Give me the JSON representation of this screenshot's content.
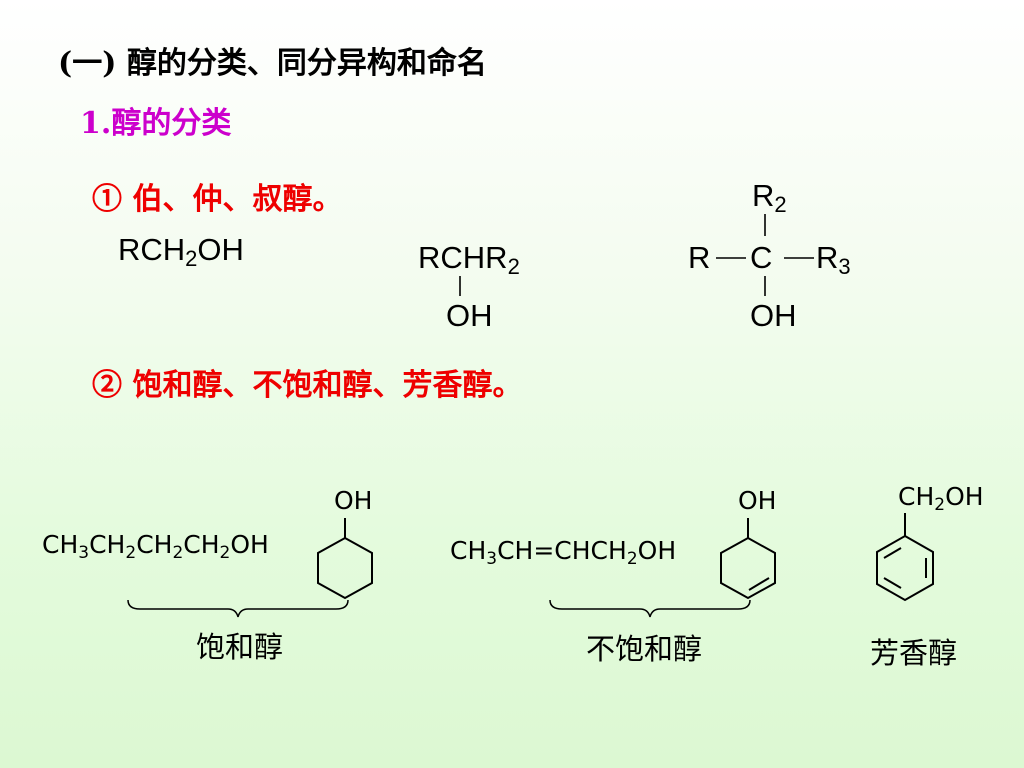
{
  "title": "(一) 醇的分类、同分异构和命名",
  "subtitle": "1.醇的分类",
  "point1": "① 伯、仲、叔醇。",
  "point2": "② 饱和醇、不饱和醇、芳香醇。",
  "primary": {
    "r": "RCH",
    "sub": "2",
    "oh": "OH"
  },
  "secondary": {
    "r": "RCH",
    "r2": "R",
    "sub": "2",
    "oh": "OH"
  },
  "tertiary": {
    "r": "R",
    "c": "C",
    "r2": "R",
    "r2_sub": "2",
    "r3": "R",
    "r3_sub": "3",
    "oh": "OH"
  },
  "saturated": {
    "chain": [
      "CH",
      "3",
      "CH",
      "2",
      "CH",
      "2",
      "CH",
      "2",
      "OH"
    ],
    "ring_oh": "OH",
    "caption": "饱和醇"
  },
  "unsaturated": {
    "chain": [
      "CH",
      "3",
      "CH=CHCH",
      "2",
      "OH"
    ],
    "ring_oh": "OH",
    "caption": "不饱和醇"
  },
  "aromatic": {
    "group": [
      "CH",
      "2",
      "OH"
    ],
    "caption": "芳香醇"
  }
}
